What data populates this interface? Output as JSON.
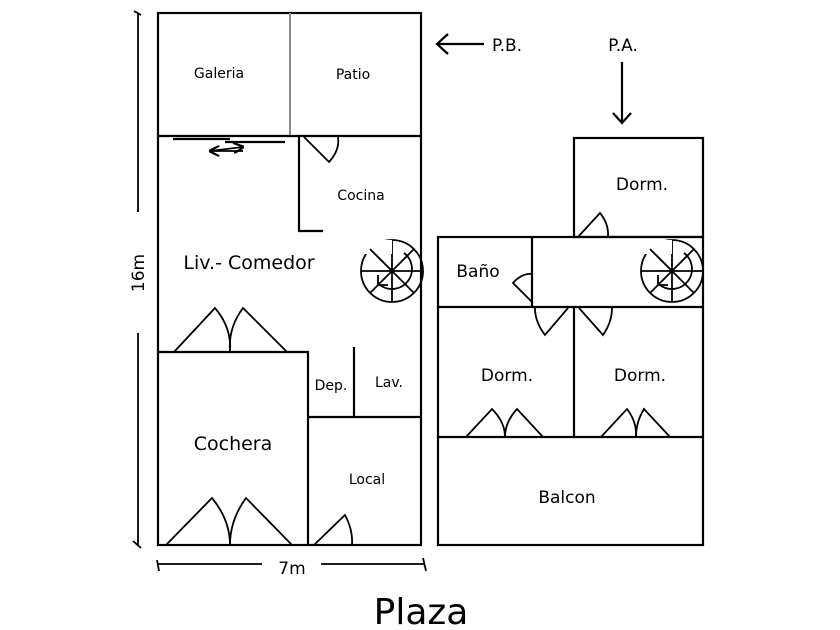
{
  "plan": {
    "title": "Plaza",
    "dimensions": {
      "height_label": "16m",
      "width_label": "7m"
    },
    "markers": {
      "ground_floor": "P.B.",
      "upper_floor": "P.A."
    },
    "ground_floor": {
      "rooms": {
        "galeria": "Galeria",
        "patio": "Patio",
        "cocina": "Cocina",
        "living": "Liv.- Comedor",
        "dep": "Dep.",
        "lav": "Lav.",
        "cochera": "Cochera",
        "local": "Local"
      }
    },
    "upper_floor": {
      "rooms": {
        "dorm_top": "Dorm.",
        "bano": "Baño",
        "dorm_left": "Dorm.",
        "dorm_right": "Dorm.",
        "balcon": "Balcon"
      }
    },
    "colors": {
      "wall": "#000000",
      "divider": "#8a8a8a",
      "background": "#ffffff"
    }
  }
}
